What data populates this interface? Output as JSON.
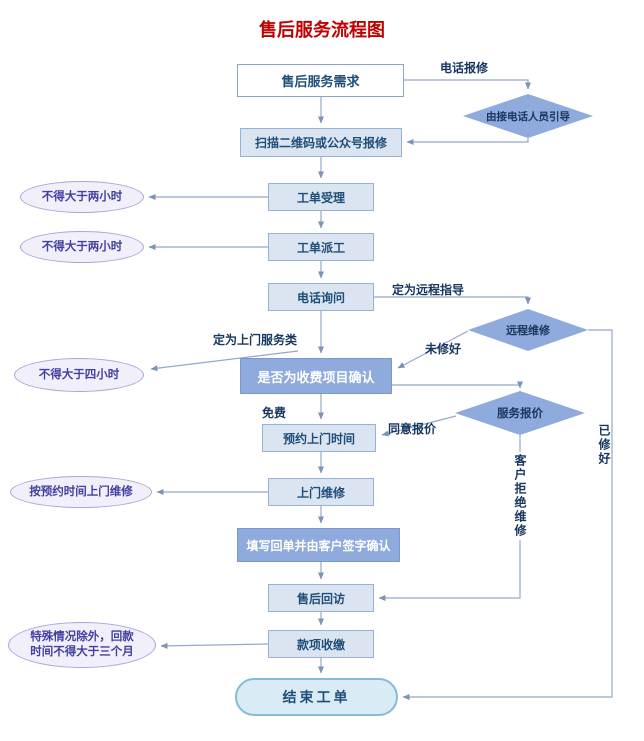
{
  "title": "售后服务流程图",
  "palette": {
    "title_red": "#c00000",
    "box_fill": "#dbe5f1",
    "box_border": "#95b3d7",
    "box_text": "#1f4e79",
    "dark_fill": "#8faadc",
    "dark_text": "#ffffff",
    "note_fill": "#f1effa",
    "note_border": "#afa3d6",
    "note_text": "#4340a0",
    "end_fill": "#d9ecf5",
    "end_border": "#85bbd6",
    "arrow": "#93a9c8",
    "label_text": "#17375e"
  },
  "nodes": {
    "start": "售后服务需求",
    "scan": "扫描二维码或公众号报修",
    "accept": "工单受理",
    "dispatch": "工单派工",
    "phone": "电话询问",
    "fee_confirm": "是否为收费项目确认",
    "appointment": "预约上门时间",
    "onsite": "上门维修",
    "receipt": "填写回单并由客户签字确认",
    "followup": "售后回访",
    "payment": "款项收缴",
    "end": "结束工单",
    "guide_diamond": "由接电话人员引导",
    "remote_diamond": "远程维修",
    "quote_diamond": "服务报价"
  },
  "notes": {
    "two_hours_1": "不得大于两小时",
    "two_hours_2": "不得大于两小时",
    "four_hours": "不得大于四小时",
    "onsite_time": "按预约时间上门维修",
    "payment_limit": "特殊情况除外，回款时间不得大于三个月"
  },
  "edge_labels": {
    "phone_report": "电话报修",
    "remote_guide": "定为远程指导",
    "onsite_type": "定为上门服务类",
    "not_fixed": "未修好",
    "free": "免费",
    "agree_quote": "同意报价",
    "fixed": "已修好",
    "refuse": "客户拒绝维修"
  }
}
